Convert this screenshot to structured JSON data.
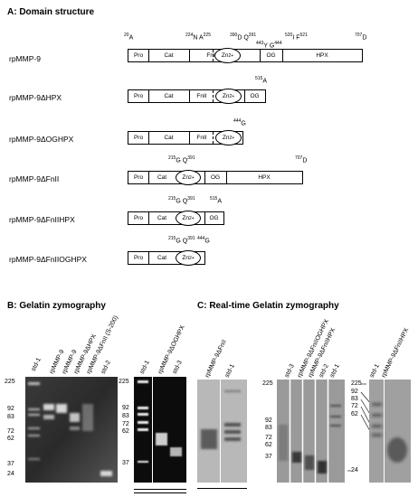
{
  "panel_a": {
    "title": "A: Domain structure",
    "domains": {
      "pro": "Pro",
      "cat": "Cat",
      "fnii": "FnII",
      "zn": "Zn",
      "zn_sup": "2+",
      "og": "OG",
      "hpx": "HPX"
    },
    "constructs": [
      {
        "name": "rpMMP-9",
        "res": [
          {
            "n": "20",
            "a": "A"
          },
          {
            "n": "224",
            "a": "N A",
            "n2": "225"
          },
          {
            "n": "390",
            "a": "D Q",
            "n2": "391"
          },
          {
            "n": "443",
            "a": "Y G",
            "n2": "444"
          },
          {
            "n": "520",
            "a": "I F",
            "n2": "521"
          },
          {
            "n": "707",
            "a": "D"
          }
        ]
      },
      {
        "name": "rpMMP-9ΔHPX",
        "res": [
          {
            "n": "515",
            "a": "A"
          }
        ]
      },
      {
        "name": "rpMMP-9ΔOGHPX",
        "res": [
          {
            "n": "444",
            "a": "G"
          }
        ]
      },
      {
        "name": "rpMMP-9ΔFnII",
        "res": [
          {
            "n": "215",
            "a": "G Q",
            "n2": "391"
          },
          {
            "n": "707",
            "a": "D"
          }
        ]
      },
      {
        "name": "rpMMP-9ΔFnIIHPX",
        "res": [
          {
            "n": "215",
            "a": "G Q",
            "n2": "391"
          },
          {
            "n": "515",
            "a": "A"
          }
        ]
      },
      {
        "name": "rpMMP-9ΔFnIIOGHPX",
        "res": [
          {
            "n": "215",
            "a": "G Q",
            "n2": "391"
          },
          {
            "n": "444",
            "a": "G"
          }
        ]
      }
    ]
  },
  "panel_b": {
    "title": "B: Gelatin zymography",
    "gel1_lanes": [
      "std-1",
      "rpMMP-9",
      "rpMMP-9",
      "rpMMP-9ΔHPX",
      "rpMMP-9ΔFnII (S-200)",
      "std-2"
    ],
    "gel1_markers": [
      "225",
      "92",
      "83",
      "72",
      "62",
      "37",
      "24"
    ],
    "gel2_lanes": [
      "std-1",
      "rpMMP-9ΔOGHPX",
      "std-3"
    ],
    "gel2_markers": [
      "225",
      "92",
      "83",
      "72",
      "62",
      "37"
    ]
  },
  "panel_c": {
    "title": "C: Real-time Gelatin zymography",
    "gel1_lanes": [
      "rpMMP-9ΔFnII",
      "std-1"
    ],
    "gel2_lanes": [
      "std-3",
      "rpMMP-9ΔFnIIOGHPX",
      "rpMMP-9ΔFnIIHPX",
      "std-2",
      "std-1"
    ],
    "gel2_markers_left": [
      "225",
      "92",
      "83",
      "72",
      "62",
      "37"
    ],
    "gel2_markers_right": [
      "225",
      "92",
      "83",
      "72",
      "62",
      "24"
    ],
    "gel3_lanes": [
      "std-1",
      "rpMMP-9ΔFnIIHPX"
    ]
  }
}
